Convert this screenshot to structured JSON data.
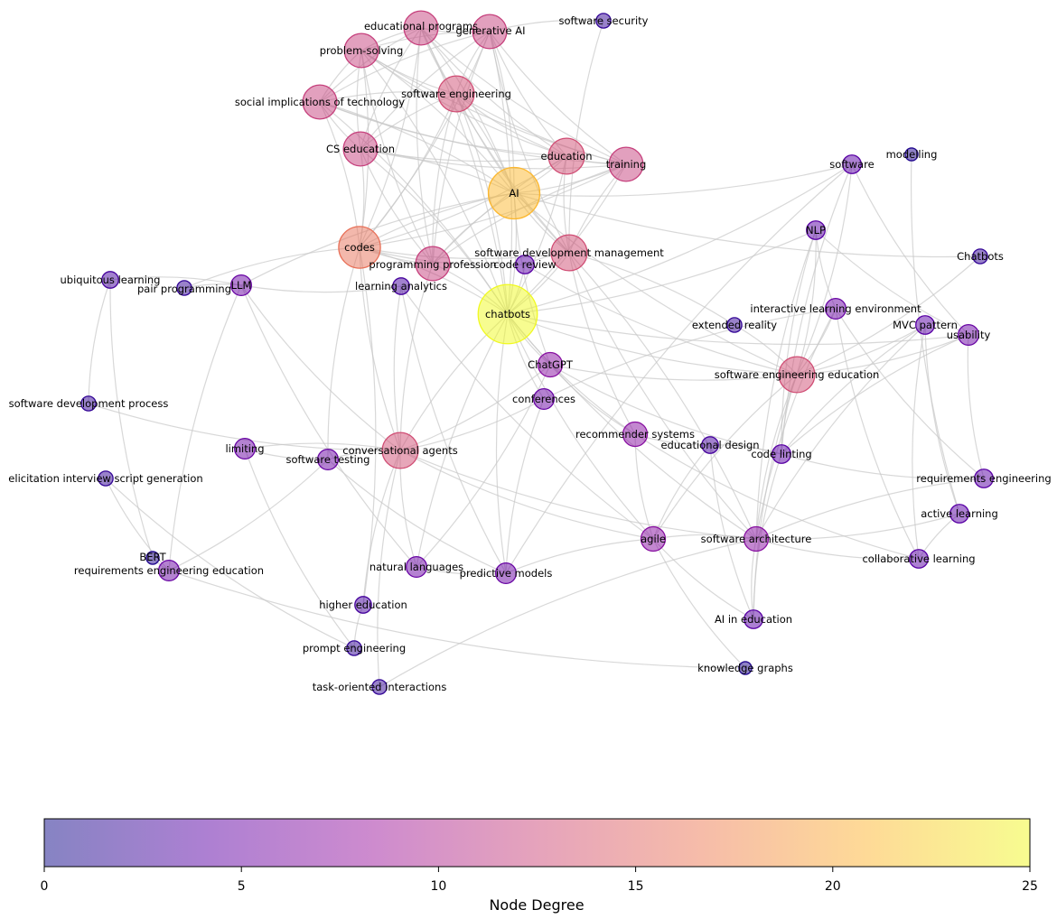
{
  "graph": {
    "nodes": [
      {
        "id": "educational programs",
        "degree": 12
      },
      {
        "id": "generative AI",
        "degree": 12
      },
      {
        "id": "software security",
        "degree": 2
      },
      {
        "id": "problem-solving",
        "degree": 12
      },
      {
        "id": "software engineering",
        "degree": 13
      },
      {
        "id": "social implications of technology",
        "degree": 12
      },
      {
        "id": "CS education",
        "degree": 12
      },
      {
        "id": "education",
        "degree": 13
      },
      {
        "id": "training",
        "degree": 12
      },
      {
        "id": "AI",
        "degree": 21
      },
      {
        "id": "software",
        "degree": 4
      },
      {
        "id": "modelling",
        "degree": 1
      },
      {
        "id": "NLP",
        "degree": 4
      },
      {
        "id": "codes",
        "degree": 16
      },
      {
        "id": "software development management",
        "degree": 13
      },
      {
        "id": "programming profession",
        "degree": 12
      },
      {
        "id": "code review",
        "degree": 4
      },
      {
        "id": "Chatbots",
        "degree": 2
      },
      {
        "id": "ubiquitous learning",
        "degree": 3
      },
      {
        "id": "pair programming",
        "degree": 2
      },
      {
        "id": "LLM",
        "degree": 5
      },
      {
        "id": "learning analytics",
        "degree": 3
      },
      {
        "id": "chatbots",
        "degree": 25
      },
      {
        "id": "interactive learning environment",
        "degree": 5
      },
      {
        "id": "extended reality",
        "degree": 2
      },
      {
        "id": "MVC pattern",
        "degree": 4
      },
      {
        "id": "usability",
        "degree": 5
      },
      {
        "id": "ChatGPT",
        "degree": 7
      },
      {
        "id": "software engineering education",
        "degree": 13
      },
      {
        "id": "software development process",
        "degree": 2
      },
      {
        "id": "conferences",
        "degree": 5
      },
      {
        "id": "recommender systems",
        "degree": 7
      },
      {
        "id": "limiting",
        "degree": 5
      },
      {
        "id": "conversational agents",
        "degree": 13
      },
      {
        "id": "educational design",
        "degree": 3
      },
      {
        "id": "code linting",
        "degree": 4
      },
      {
        "id": "software testing",
        "degree": 5
      },
      {
        "id": "requirements engineering",
        "degree": 4
      },
      {
        "id": "elicitation interview script generation",
        "degree": 2
      },
      {
        "id": "active learning",
        "degree": 4
      },
      {
        "id": "agile",
        "degree": 7
      },
      {
        "id": "software architecture",
        "degree": 7
      },
      {
        "id": "BERT",
        "degree": 1
      },
      {
        "id": "natural languages",
        "degree": 5
      },
      {
        "id": "collaborative learning",
        "degree": 4
      },
      {
        "id": "requirements engineering education",
        "degree": 5
      },
      {
        "id": "predictive models",
        "degree": 5
      },
      {
        "id": "higher education",
        "degree": 3
      },
      {
        "id": "AI in education",
        "degree": 4
      },
      {
        "id": "prompt engineering",
        "degree": 2
      },
      {
        "id": "knowledge graphs",
        "degree": 1
      },
      {
        "id": "task-oriented interactions",
        "degree": 2
      }
    ],
    "edges": [
      [
        "chatbots",
        "AI"
      ],
      [
        "chatbots",
        "codes"
      ],
      [
        "chatbots",
        "software engineering"
      ],
      [
        "chatbots",
        "education"
      ],
      [
        "chatbots",
        "training"
      ],
      [
        "chatbots",
        "CS education"
      ],
      [
        "chatbots",
        "problem-solving"
      ],
      [
        "chatbots",
        "educational programs"
      ],
      [
        "chatbots",
        "generative AI"
      ],
      [
        "chatbots",
        "social implications of technology"
      ],
      [
        "chatbots",
        "software development management"
      ],
      [
        "chatbots",
        "programming profession"
      ],
      [
        "chatbots",
        "code review"
      ],
      [
        "chatbots",
        "conversational agents"
      ],
      [
        "chatbots",
        "ChatGPT"
      ],
      [
        "chatbots",
        "software engineering education"
      ],
      [
        "chatbots",
        "agile"
      ],
      [
        "chatbots",
        "software architecture"
      ],
      [
        "chatbots",
        "usability"
      ],
      [
        "chatbots",
        "NLP"
      ],
      [
        "chatbots",
        "predictive models"
      ],
      [
        "chatbots",
        "natural languages"
      ],
      [
        "chatbots",
        "recommender systems"
      ],
      [
        "chatbots",
        "conferences"
      ],
      [
        "chatbots",
        "software"
      ],
      [
        "AI",
        "educational programs"
      ],
      [
        "AI",
        "generative AI"
      ],
      [
        "AI",
        "problem-solving"
      ],
      [
        "AI",
        "software engineering"
      ],
      [
        "AI",
        "social implications of technology"
      ],
      [
        "AI",
        "CS education"
      ],
      [
        "AI",
        "education"
      ],
      [
        "AI",
        "training"
      ],
      [
        "AI",
        "codes"
      ],
      [
        "AI",
        "software development management"
      ],
      [
        "AI",
        "programming profession"
      ],
      [
        "AI",
        "LLM"
      ],
      [
        "AI",
        "ChatGPT"
      ],
      [
        "AI",
        "software engineering education"
      ],
      [
        "AI",
        "Chatbots"
      ],
      [
        "AI",
        "software"
      ],
      [
        "codes",
        "educational programs"
      ],
      [
        "codes",
        "generative AI"
      ],
      [
        "codes",
        "problem-solving"
      ],
      [
        "codes",
        "software engineering"
      ],
      [
        "codes",
        "social implications of technology"
      ],
      [
        "codes",
        "CS education"
      ],
      [
        "codes",
        "education"
      ],
      [
        "codes",
        "training"
      ],
      [
        "codes",
        "programming profession"
      ],
      [
        "codes",
        "software development management"
      ],
      [
        "codes",
        "pair programming"
      ],
      [
        "codes",
        "conversational agents"
      ],
      [
        "codes",
        "software testing"
      ],
      [
        "codes",
        "code review"
      ],
      [
        "educational programs",
        "generative AI"
      ],
      [
        "educational programs",
        "problem-solving"
      ],
      [
        "educational programs",
        "software engineering"
      ],
      [
        "educational programs",
        "social implications of technology"
      ],
      [
        "educational programs",
        "CS education"
      ],
      [
        "educational programs",
        "education"
      ],
      [
        "educational programs",
        "training"
      ],
      [
        "educational programs",
        "programming profession"
      ],
      [
        "educational programs",
        "software development management"
      ],
      [
        "generative AI",
        "problem-solving"
      ],
      [
        "generative AI",
        "software engineering"
      ],
      [
        "generative AI",
        "social implications of technology"
      ],
      [
        "generative AI",
        "CS education"
      ],
      [
        "generative AI",
        "education"
      ],
      [
        "generative AI",
        "training"
      ],
      [
        "generative AI",
        "programming profession"
      ],
      [
        "generative AI",
        "software development management"
      ],
      [
        "problem-solving",
        "software engineering"
      ],
      [
        "problem-solving",
        "social implications of technology"
      ],
      [
        "problem-solving",
        "CS education"
      ],
      [
        "problem-solving",
        "education"
      ],
      [
        "problem-solving",
        "training"
      ],
      [
        "problem-solving",
        "programming profession"
      ],
      [
        "software engineering",
        "social implications of technology"
      ],
      [
        "software engineering",
        "CS education"
      ],
      [
        "software engineering",
        "education"
      ],
      [
        "software engineering",
        "training"
      ],
      [
        "software engineering",
        "programming profession"
      ],
      [
        "software engineering",
        "software development management"
      ],
      [
        "social implications of technology",
        "CS education"
      ],
      [
        "social implications of technology",
        "education"
      ],
      [
        "social implications of technology",
        "training"
      ],
      [
        "CS education",
        "education"
      ],
      [
        "CS education",
        "training"
      ],
      [
        "CS education",
        "programming profession"
      ],
      [
        "education",
        "training"
      ],
      [
        "education",
        "programming profession"
      ],
      [
        "education",
        "software development management"
      ],
      [
        "training",
        "software development management"
      ],
      [
        "training",
        "programming profession"
      ],
      [
        "software security",
        "generative AI"
      ],
      [
        "software security",
        "software development management"
      ],
      [
        "programming profession",
        "conversational agents"
      ],
      [
        "software development management",
        "code review"
      ],
      [
        "software development management",
        "software architecture"
      ],
      [
        "software development management",
        "recommender systems"
      ],
      [
        "LLM",
        "pair programming"
      ],
      [
        "LLM",
        "ubiquitous learning"
      ],
      [
        "LLM",
        "requirements engineering education"
      ],
      [
        "LLM",
        "conversational agents"
      ],
      [
        "LLM",
        "natural languages"
      ],
      [
        "LLM",
        "learning analytics"
      ],
      [
        "ubiquitous learning",
        "software development process"
      ],
      [
        "ubiquitous learning",
        "BERT"
      ],
      [
        "software development process",
        "conversational agents"
      ],
      [
        "elicitation interview script generation",
        "requirements engineering education"
      ],
      [
        "elicitation interview script generation",
        "prompt engineering"
      ],
      [
        "BERT",
        "requirements engineering education"
      ],
      [
        "requirements engineering education",
        "software testing"
      ],
      [
        "requirements engineering education",
        "knowledge graphs"
      ],
      [
        "learning analytics",
        "conversational agents"
      ],
      [
        "learning analytics",
        "predictive models"
      ],
      [
        "learning analytics",
        "agile"
      ],
      [
        "conversational agents",
        "limiting"
      ],
      [
        "conversational agents",
        "software testing"
      ],
      [
        "conversational agents",
        "natural languages"
      ],
      [
        "conversational agents",
        "higher education"
      ],
      [
        "conversational agents",
        "task-oriented interactions"
      ],
      [
        "conversational agents",
        "conferences"
      ],
      [
        "conversational agents",
        "agile"
      ],
      [
        "conversational agents",
        "ChatGPT"
      ],
      [
        "conversational agents",
        "software architecture"
      ],
      [
        "limiting",
        "software testing"
      ],
      [
        "limiting",
        "prompt engineering"
      ],
      [
        "software testing",
        "predictive models"
      ],
      [
        "natural languages",
        "predictive models"
      ],
      [
        "natural languages",
        "ChatGPT"
      ],
      [
        "higher education",
        "prompt engineering"
      ],
      [
        "higher education",
        "codes"
      ],
      [
        "ChatGPT",
        "recommender systems"
      ],
      [
        "ChatGPT",
        "code linting"
      ],
      [
        "ChatGPT",
        "software engineering education"
      ],
      [
        "recommender systems",
        "agile"
      ],
      [
        "recommender systems",
        "educational design"
      ],
      [
        "recommender systems",
        "collaborative learning"
      ],
      [
        "software engineering education",
        "NLP"
      ],
      [
        "software engineering education",
        "software"
      ],
      [
        "software engineering education",
        "interactive learning environment"
      ],
      [
        "software engineering education",
        "MVC pattern"
      ],
      [
        "software engineering education",
        "usability"
      ],
      [
        "software engineering education",
        "code linting"
      ],
      [
        "software engineering education",
        "agile"
      ],
      [
        "software engineering education",
        "software architecture"
      ],
      [
        "software engineering education",
        "AI in education"
      ],
      [
        "software engineering education",
        "extended reality"
      ],
      [
        "software engineering education",
        "Chatbots"
      ],
      [
        "NLP",
        "usability"
      ],
      [
        "NLP",
        "interactive learning environment"
      ],
      [
        "NLP",
        "software architecture"
      ],
      [
        "NLP",
        "code linting"
      ],
      [
        "software",
        "code linting"
      ],
      [
        "software",
        "usability"
      ],
      [
        "software",
        "predictive models"
      ],
      [
        "modelling",
        "active learning"
      ],
      [
        "interactive learning environment",
        "software architecture"
      ],
      [
        "interactive learning environment",
        "requirements engineering"
      ],
      [
        "interactive learning environment",
        "collaborative learning"
      ],
      [
        "interactive learning environment",
        "conferences"
      ],
      [
        "MVC pattern",
        "code linting"
      ],
      [
        "MVC pattern",
        "active learning"
      ],
      [
        "MVC pattern",
        "collaborative learning"
      ],
      [
        "MVC pattern",
        "software architecture"
      ],
      [
        "usability",
        "code linting"
      ],
      [
        "usability",
        "requirements engineering"
      ],
      [
        "extended reality",
        "software development management"
      ],
      [
        "code linting",
        "AI in education"
      ],
      [
        "code linting",
        "requirements engineering"
      ],
      [
        "code linting",
        "educational design"
      ],
      [
        "educational design",
        "agile"
      ],
      [
        "educational design",
        "AI in education"
      ],
      [
        "software architecture",
        "agile"
      ],
      [
        "software architecture",
        "active learning"
      ],
      [
        "software architecture",
        "collaborative learning"
      ],
      [
        "software architecture",
        "AI in education"
      ],
      [
        "software architecture",
        "task-oriented interactions"
      ],
      [
        "software architecture",
        "software development management"
      ],
      [
        "agile",
        "AI in education"
      ],
      [
        "agile",
        "predictive models"
      ],
      [
        "agile",
        "knowledge graphs"
      ],
      [
        "requirements engineering",
        "software architecture"
      ],
      [
        "active learning",
        "collaborative learning"
      ],
      [
        "conferences",
        "predictive models"
      ],
      [
        "code review",
        "software engineering education"
      ]
    ]
  },
  "colorbar": {
    "title": "Node Degree",
    "min": 0,
    "max": 25,
    "ticks": [
      "0",
      "5",
      "10",
      "15",
      "20",
      "25"
    ],
    "tick_values": [
      0,
      5,
      10,
      15,
      20,
      25
    ],
    "colormap": "plasma",
    "stops": [
      "#0d0887",
      "#5c01a6",
      "#9c179e",
      "#cc4778",
      "#ed7953",
      "#fdb42f",
      "#f0f921"
    ]
  }
}
